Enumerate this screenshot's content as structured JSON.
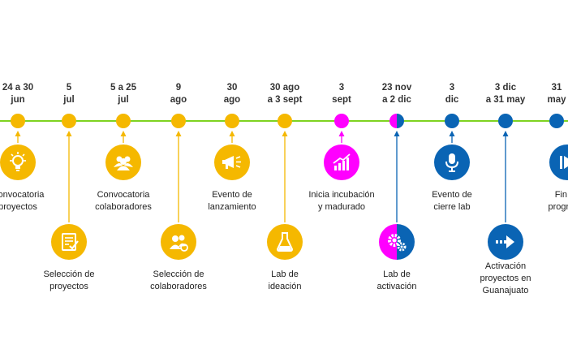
{
  "colors": {
    "timeline": "#7ED321",
    "yellow": "#F5B800",
    "magenta": "#FF00FF",
    "blue": "#0A64B4"
  },
  "events": [
    {
      "date": [
        "24 a 30",
        "jun"
      ],
      "label": [
        "Convocatoria",
        "proyectos"
      ],
      "color": "yellow",
      "icon": "lightbulb-icon"
    },
    {
      "date": [
        "5",
        "jul"
      ],
      "label": [
        "Selección de",
        "proyectos"
      ],
      "color": "yellow",
      "icon": "checklist-icon"
    },
    {
      "date": [
        "5 a 25",
        "jul"
      ],
      "label": [
        "Convocatoria",
        "colaboradores"
      ],
      "color": "yellow",
      "icon": "people-group-icon"
    },
    {
      "date": [
        "9",
        "ago"
      ],
      "label": [
        "Selección de",
        "colaboradores"
      ],
      "color": "yellow",
      "icon": "people-check-icon"
    },
    {
      "date": [
        "30",
        "ago"
      ],
      "label": [
        "Evento de",
        "lanzamiento"
      ],
      "color": "yellow",
      "icon": "megaphone-icon"
    },
    {
      "date": [
        "30 ago",
        "a 3 sept"
      ],
      "label": [
        "Lab de",
        "ideación"
      ],
      "color": "yellow",
      "icon": "flask-icon"
    },
    {
      "date": [
        "3",
        "sept"
      ],
      "label": [
        "Inicia incubación",
        "y madurado"
      ],
      "color": "magenta",
      "icon": "growth-chart-icon"
    },
    {
      "date": [
        "23 nov",
        "a 2 dic"
      ],
      "label": [
        "Lab de",
        "activación"
      ],
      "color": "half",
      "icon": "gears-icon"
    },
    {
      "date": [
        "3",
        "dic"
      ],
      "label": [
        "Evento de",
        "cierre lab"
      ],
      "color": "blue",
      "icon": "microphone-icon"
    },
    {
      "date": [
        "3 dic",
        "a 31 may"
      ],
      "label": [
        "Activación",
        "proyectos en",
        "Guanajuato"
      ],
      "color": "blue",
      "icon": "arrow-right-icon"
    },
    {
      "date": [
        "31",
        "may"
      ],
      "label": [
        "Fin  de",
        "programa"
      ],
      "color": "blue",
      "icon": "skip-icon"
    }
  ]
}
